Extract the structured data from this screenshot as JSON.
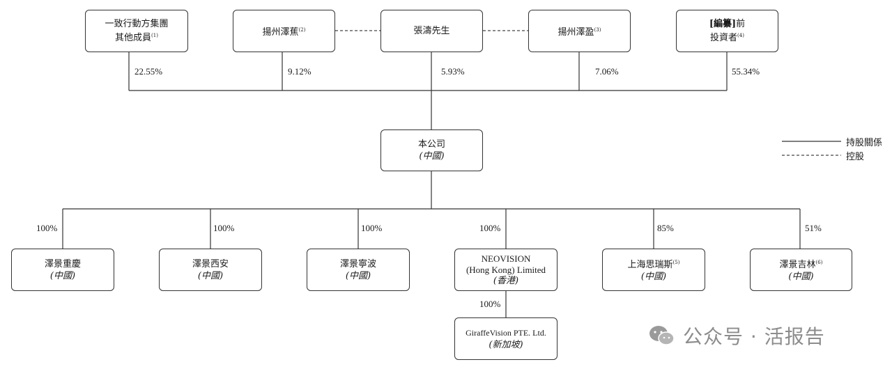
{
  "shareholders": [
    {
      "name_line1": "一致行動方集團",
      "name_line2": "其他成員",
      "note": "(1)",
      "pct": "22.55%"
    },
    {
      "name_line1": "揚州澤蕉",
      "note": "(2)",
      "pct": "9.12%"
    },
    {
      "name_line1": "張濤先生",
      "pct": "5.93%"
    },
    {
      "name_line1": "揚州澤盈",
      "note": "(3)",
      "pct": "7.06%"
    },
    {
      "name_line1_bracket": "[編纂]",
      "name_line1_rest": "前",
      "name_line2": "投資者",
      "note": "(4)",
      "pct": "55.34%"
    }
  ],
  "company": {
    "name": "本公司",
    "jurisdiction": "(中國)"
  },
  "subsidiaries": [
    {
      "name": "澤景重慶",
      "jurisdiction": "(中國)",
      "pct": "100%"
    },
    {
      "name": "澤景西安",
      "jurisdiction": "(中國)",
      "pct": "100%"
    },
    {
      "name": "澤景寧波",
      "jurisdiction": "(中國)",
      "pct": "100%"
    },
    {
      "name_line1": "NEOVISION",
      "name_line2": "(Hong Kong) Limited",
      "jurisdiction": "(香港)",
      "pct": "100%"
    },
    {
      "name": "上海思瑞斯",
      "note": "(5)",
      "jurisdiction": "(中國)",
      "pct": "85%"
    },
    {
      "name": "澤景吉林",
      "note": "(6)",
      "jurisdiction": "(中國)",
      "pct": "51%"
    }
  ],
  "sub_subsidiary": {
    "name": "GiraffeVision PTE. Ltd.",
    "jurisdiction": "(新加坡)",
    "pct": "100%"
  },
  "legend": {
    "solid_label": "持股關係",
    "dashed_label": "控股"
  },
  "watermark": {
    "text": "公众号 · 活报告"
  }
}
